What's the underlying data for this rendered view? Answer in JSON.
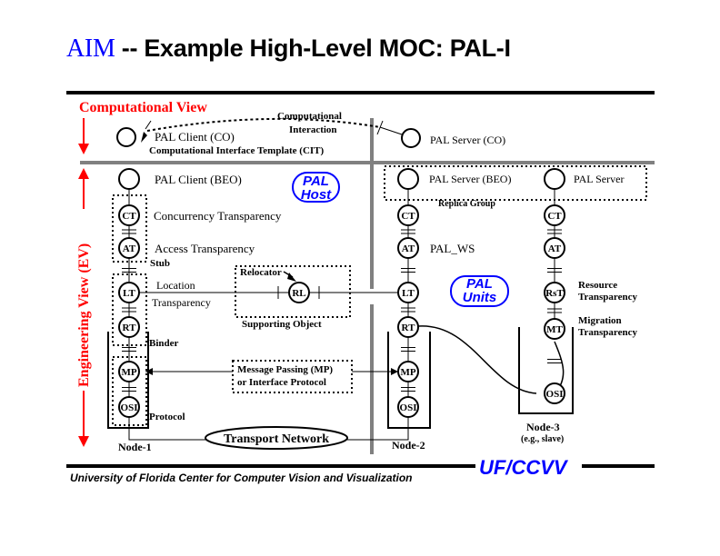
{
  "title": {
    "prefix": "AIM",
    "text": " -- Example High-Level MOC: PAL-I"
  },
  "views": {
    "computational": "Computational View",
    "engineering": "Engineering View (EV)"
  },
  "computational": {
    "client": "PAL Client (CO)",
    "cit": "Computational Interface Template (CIT)",
    "interaction": [
      "Computational",
      "Interaction"
    ],
    "server": "PAL Server (CO)"
  },
  "engineering": {
    "client_beo": "PAL Client (BEO)",
    "server_beo": "PAL Server (BEO)",
    "server_replica": "PAL Server",
    "replica_group": "Replica Group",
    "pal_ws": "PAL_WS",
    "badges": {
      "host": [
        "PAL",
        "Host"
      ],
      "units": [
        "PAL",
        "Units"
      ]
    },
    "labels": {
      "concurrency": "Concurrency Transparency",
      "access": "Access Transparency",
      "stub": "Stub",
      "location": [
        "Location",
        "Transparency"
      ],
      "relocator": "Relocator",
      "supporting": "Supporting Object",
      "binder": "Binder",
      "message_passing": [
        "Message Passing (MP)",
        "or Interface Protocol"
      ],
      "protocol": "Protocol",
      "transport": "Transport Network",
      "resource": [
        "Resource",
        "Transparency"
      ],
      "migration": [
        "Migration",
        "Transparency"
      ]
    },
    "nodes": [
      {
        "name": "Node-1",
        "sub": ""
      },
      {
        "name": "Node-2",
        "sub": ""
      },
      {
        "name": "Node-3",
        "sub": "(e.g., slave)"
      }
    ],
    "stack_node1": [
      "CT",
      "AT",
      "LT",
      "RT",
      "MP",
      "OSI"
    ],
    "stack_node2": [
      "CT",
      "AT",
      "LT",
      "RT",
      "MP",
      "OSI"
    ],
    "stack_node3": [
      "CT",
      "AT",
      "RsT",
      "MT",
      "OSI"
    ],
    "relocator_object": "RL"
  },
  "footer": {
    "org": "University of Florida Center for Computer Vision and Visualization",
    "brand": "UF/CCVV"
  },
  "colors": {
    "accent": "#0000ff",
    "view": "#ff0000",
    "divider": "#808080"
  }
}
